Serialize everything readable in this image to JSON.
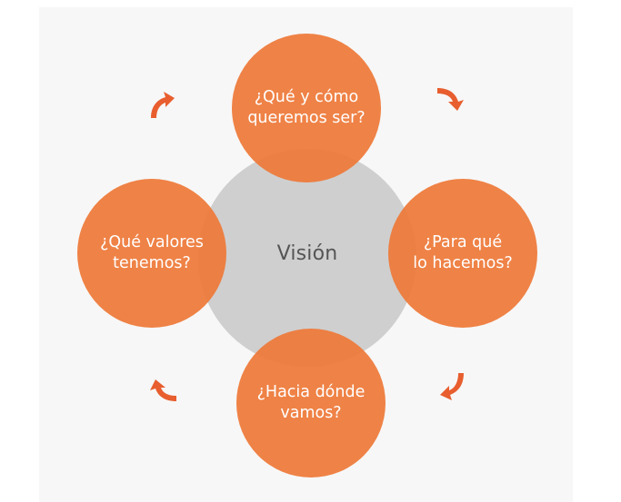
{
  "diagram": {
    "center": {
      "label": "Visión"
    },
    "nodes": {
      "top": {
        "label": "¿Qué y cómo\nqueremos ser?"
      },
      "right": {
        "label": "¿Para qué\nlo hacemos?"
      },
      "bottom": {
        "label": "¿Hacia dónde\nvamos?"
      },
      "left": {
        "label": "¿Qué valores\ntenemos?"
      }
    },
    "arrows": [
      "curved-arrow-icon",
      "curved-arrow-icon",
      "curved-arrow-icon",
      "curved-arrow-icon"
    ]
  },
  "colors": {
    "node": "#ee7838",
    "center": "#cccccc",
    "center_text": "#555555",
    "background": "#f7f7f7",
    "arrow": "#e85e2f"
  }
}
